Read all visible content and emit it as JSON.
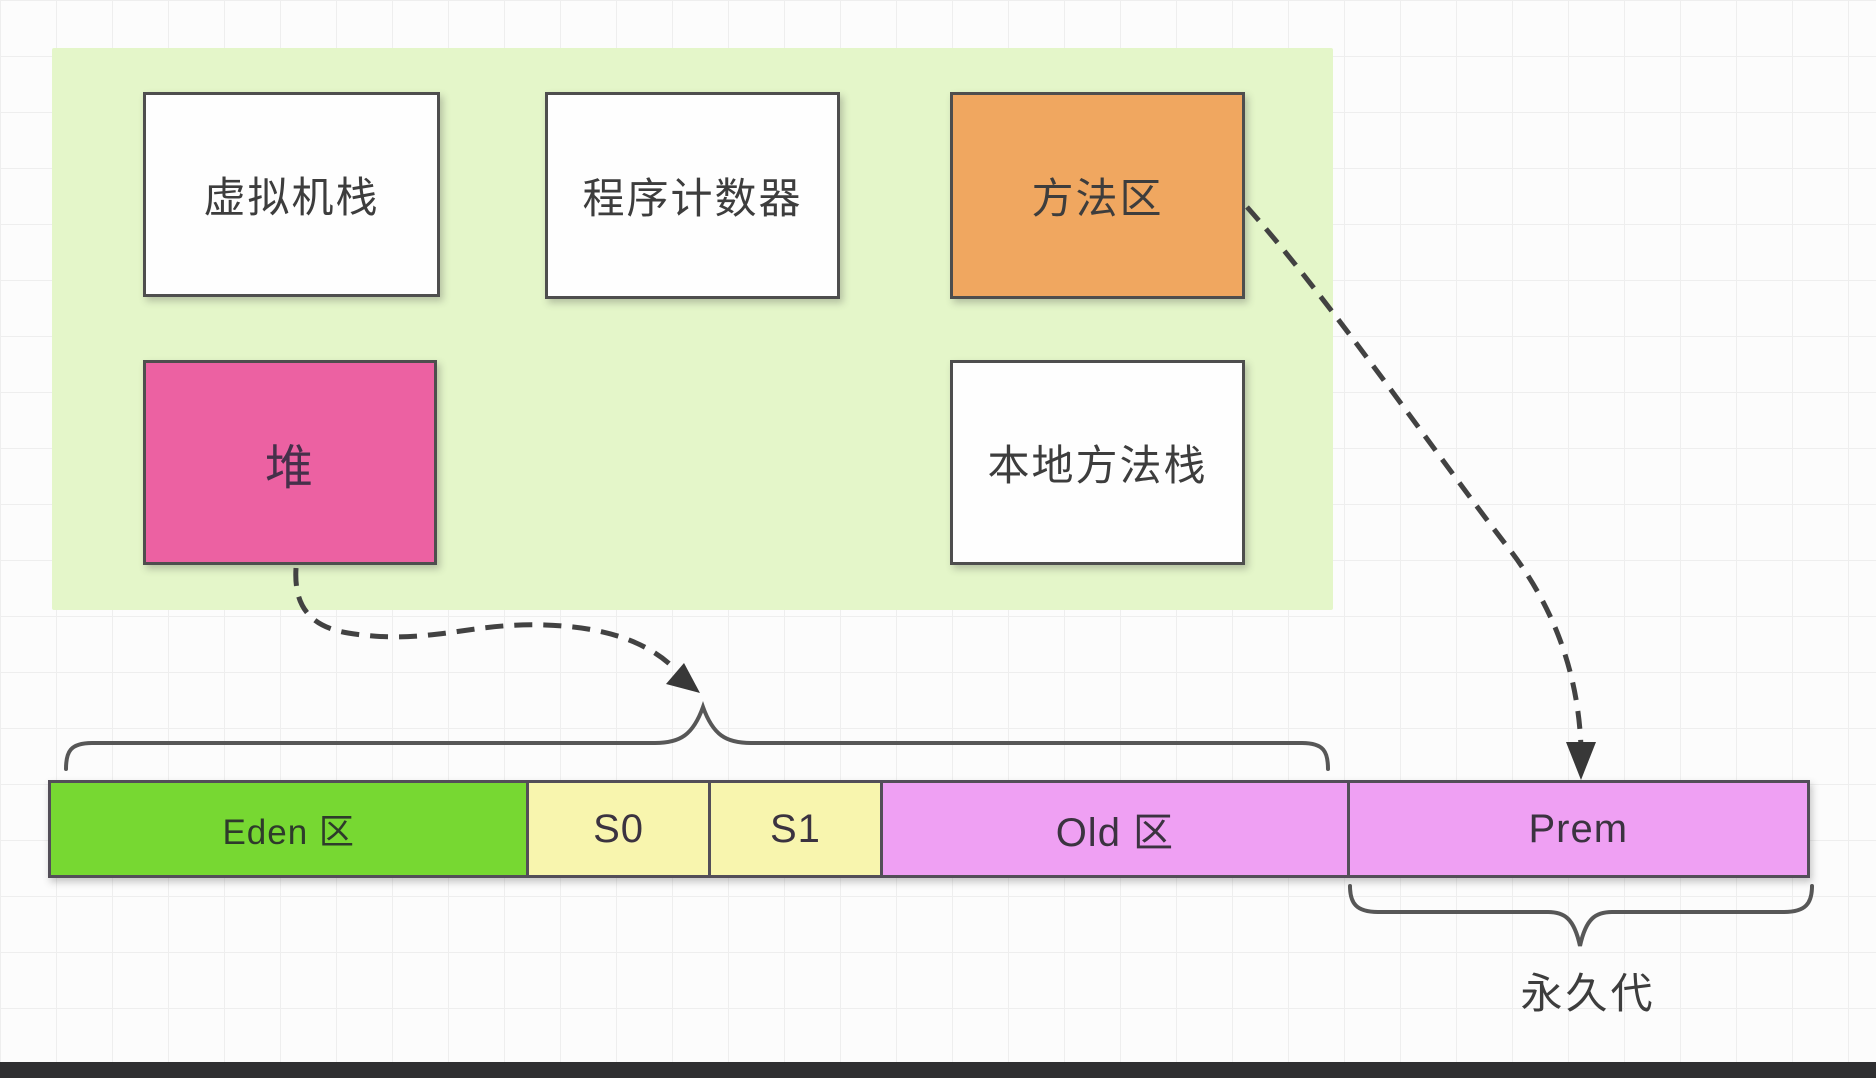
{
  "panel": {
    "name": "runtime-data-area",
    "color": "#e4f6c9"
  },
  "boxes": {
    "vm_stack": {
      "label": "虚拟机栈",
      "color": "#fefefe"
    },
    "program_counter": {
      "label": "程序计数器",
      "color": "#fefefe"
    },
    "method_area": {
      "label": "方法区",
      "color": "#f0a760"
    },
    "heap": {
      "label": "堆",
      "color": "#ec61a2"
    },
    "native_stack": {
      "label": "本地方法栈",
      "color": "#fefefe"
    }
  },
  "bar": {
    "segments": [
      {
        "label": "Eden 区",
        "color": "#77d832",
        "width": "27.07%"
      },
      {
        "label": "S0",
        "color": "#f8f5ae",
        "width": "10.33%"
      },
      {
        "label": "S1",
        "color": "#f8f5ae",
        "width": "9.82%"
      },
      {
        "label": "Old 区",
        "color": "#efa0f3",
        "width": "26.56%"
      },
      {
        "label": "Prem",
        "color": "#efa0f3",
        "width": "26.22%"
      }
    ]
  },
  "labels": {
    "perm_generation": "永久代"
  },
  "connector_color": "#424242"
}
